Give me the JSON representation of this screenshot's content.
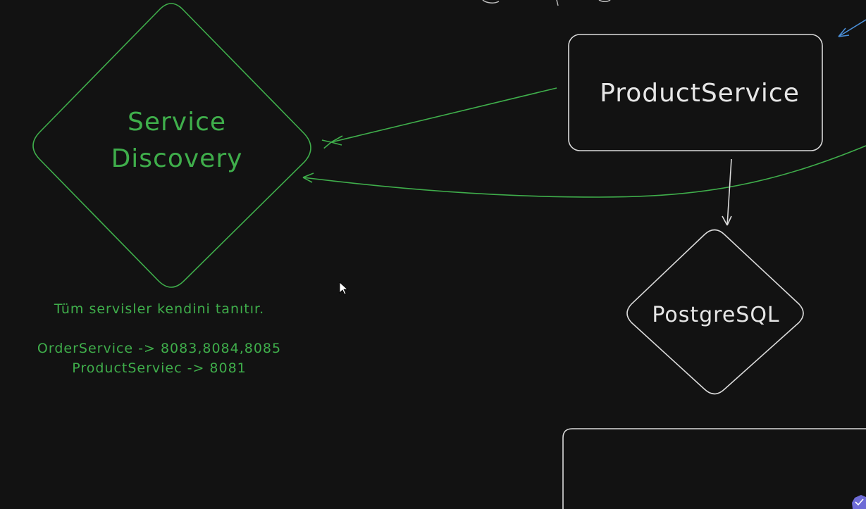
{
  "diagram": {
    "service_discovery": {
      "line1": "Service",
      "line2": "Discovery"
    },
    "product_service": {
      "label": "ProductService"
    },
    "postgresql": {
      "label": "PostgreSQL"
    },
    "notes": {
      "line1": "Tüm servisler kendini tanıtır.",
      "line2": "OrderService -> 8083,8084,8085",
      "line3": "ProductServiec -> 8081"
    }
  },
  "colors": {
    "background": "#121212",
    "green": "#3fae4b",
    "white": "#d9d9d9",
    "blue": "#4a8fd8"
  }
}
